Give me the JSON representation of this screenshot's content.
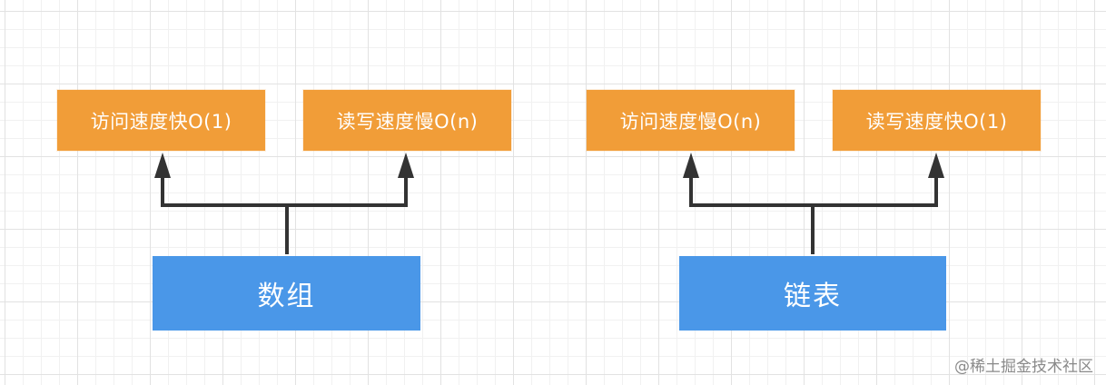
{
  "diagram": {
    "left": {
      "root_label": "数组",
      "child_left_label": "访问速度快O(1)",
      "child_right_label": "读写速度慢O(n)"
    },
    "right": {
      "root_label": "链表",
      "child_left_label": "访问速度慢O(n)",
      "child_right_label": "读写速度快O(1)"
    }
  },
  "colors": {
    "child_box": "#F19D38",
    "root_box": "#4A97E8",
    "connector": "#333333",
    "text": "#FFFFFF"
  },
  "watermark": "@稀土掘金技术社区"
}
